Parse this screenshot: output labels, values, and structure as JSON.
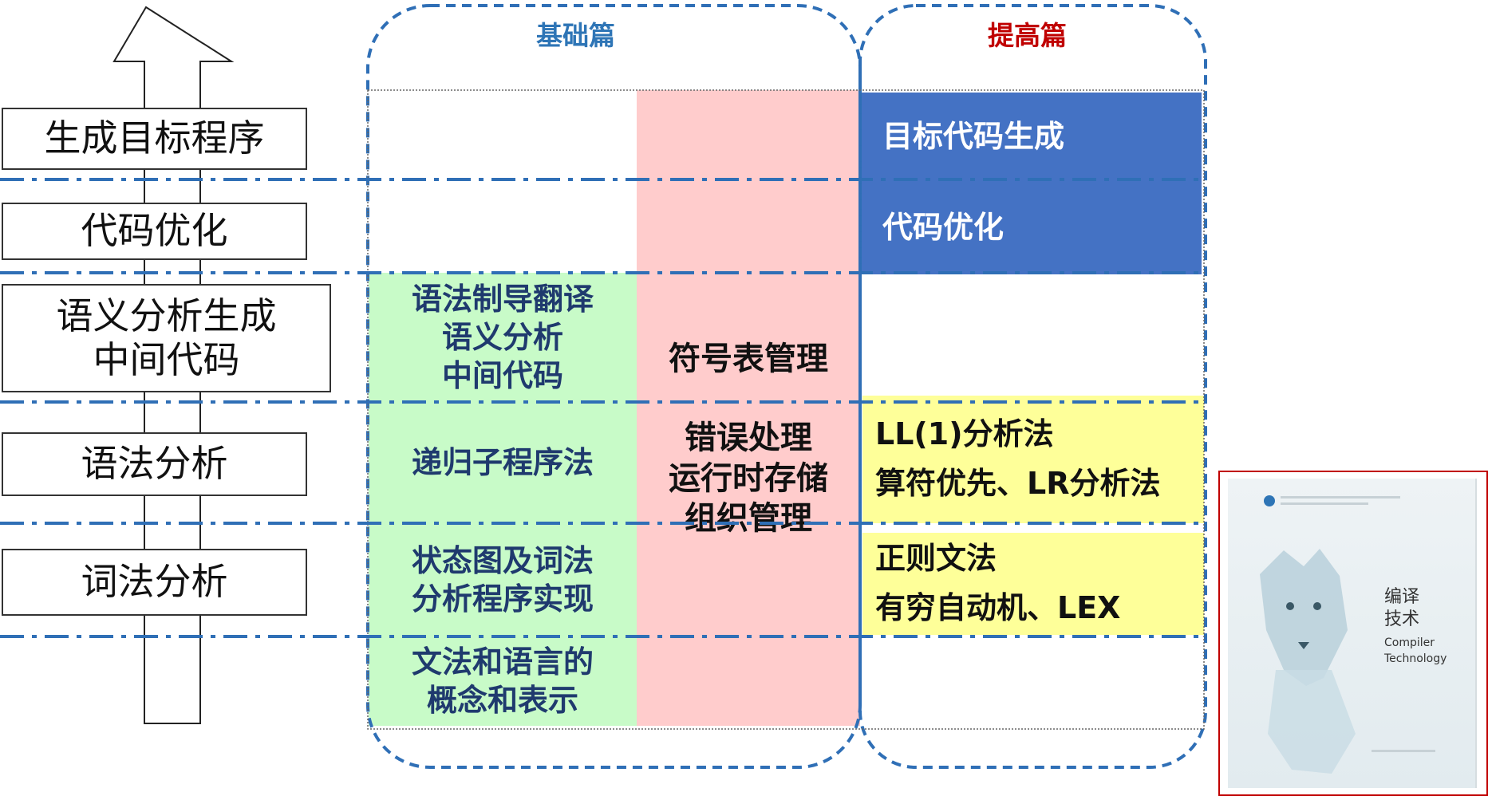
{
  "colors": {
    "arrow_stroke": "#222222",
    "dash_blue": "#2f6fb6",
    "blue_fill": "#4472c4",
    "green_fill": "#c8fbc8",
    "pink_fill": "#ffcccc",
    "yellow_fill": "#feff99",
    "basic_title": "#2e75b6",
    "advanced_title": "#c00000",
    "book_border": "#c00000"
  },
  "headers": {
    "basic": "基础篇",
    "advanced": "提高篇"
  },
  "stages": [
    "生成目标程序",
    "代码优化",
    "语义分析生成\n中间代码",
    "语法分析",
    "词法分析"
  ],
  "basic_cells": {
    "semantic": "语法制导翻译\n语义分析\n中间代码",
    "syntax": "递归子程序法",
    "lexical": "状态图及词法\n分析程序实现",
    "grammar": "文法和语言的\n概念和表示"
  },
  "common_cells": {
    "symbol_table": "符号表管理",
    "errors_runtime": "错误处理\n运行时存储\n组织管理"
  },
  "advanced_cells": {
    "target_code": "目标代码生成",
    "optimization": "代码优化",
    "syntax": "LL(1)分析法\n算符优先、LR分析法",
    "lexical": "正则文法\n有穷自动机、LEX"
  },
  "book": {
    "title_cn_1": "编译",
    "title_cn_2": "技术",
    "title_en_1": "Compiler",
    "title_en_2": "Technology"
  }
}
